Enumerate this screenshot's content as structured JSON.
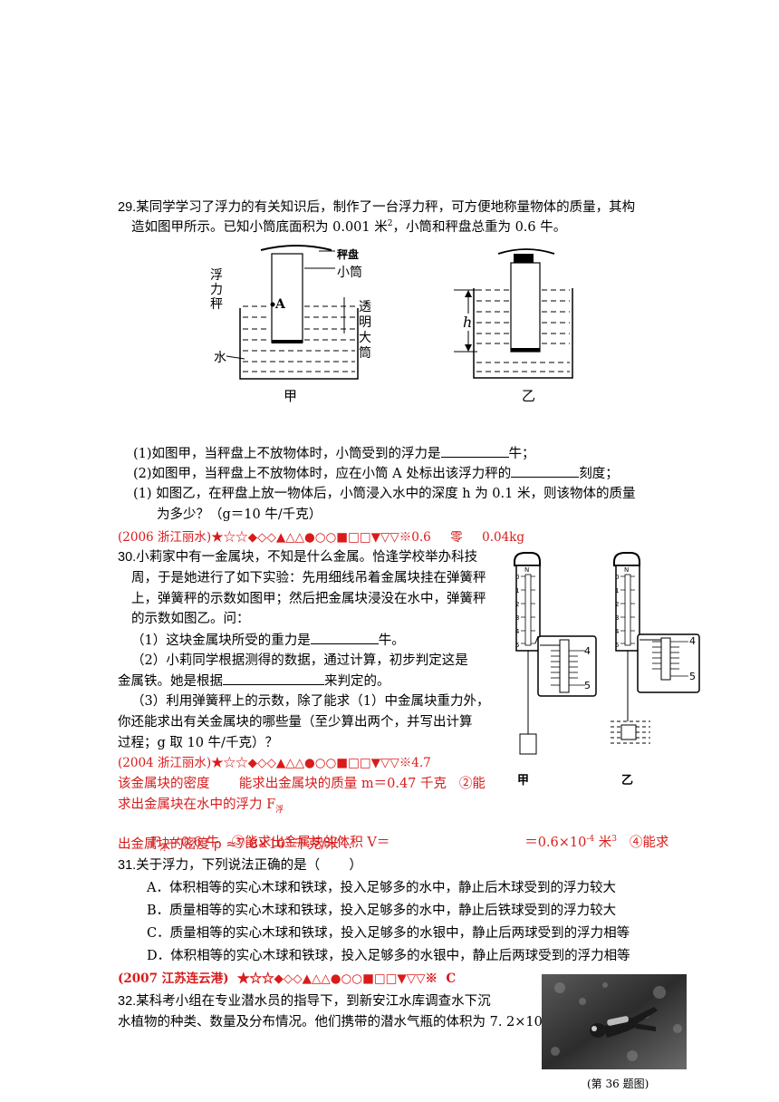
{
  "q29": {
    "number": "29.",
    "text_line1": "某同学学习了浮力的有关知识后，制作了一台浮力秤，可方便地称量物体的质量，其构",
    "text_line2_a": "造如图甲所示。已知小筒底面积为 0.001 米",
    "text_line2_sup": "2",
    "text_line2_b": "，小筒和秤盘总重为 0.6 牛。",
    "figure_labels": {
      "left_vertical": [
        "浮",
        "力",
        "秤"
      ],
      "pan": "秤盘",
      "small_tube": "小筒",
      "point_a": "A",
      "big_tube_vertical": [
        "透",
        "明",
        "大",
        "筒"
      ],
      "water": "水",
      "caption_jia": "甲",
      "h": "h",
      "caption_yi": "乙"
    },
    "sub1_a": "(1)如图甲，当秤盘上不放物体时，小筒受到的浮力是",
    "sub1_b": "牛；",
    "sub2_a": "(2)如图甲，当秤盘上不放物体时，应在小筒 A 处标出该浮力秤的",
    "sub2_b": "刻度；",
    "sub3_line1": "(1)  如图乙，在秤盘上放一物体后，小筒浸入水中的深度 h 为 0.1 米，则该物体的质量",
    "sub3_line2": "为多少？（g＝10 牛/千克）",
    "answer": "(2006 浙江丽水)★☆☆◆◇◇▲△△●○○■□□▼▽▽※0.6     零     0.04kg"
  },
  "q30": {
    "number": "30.",
    "line1": "小莉家中有一金属块，不知是什么金属。恰逢学校举办科技",
    "line2": "周，于是她进行了如下实验：先用细线吊着金属块挂在弹簧秤",
    "line3": "上，弹簧秤的示数如图甲；然后把金属块浸没在水中，弹簧秤",
    "line4": "的示数如图乙。问：",
    "sub1_a": "（1）这块金属块所受的重力是",
    "sub1_b": "牛。",
    "sub2_line1": "（2）小莉同学根据测得的数据，通过计算，初步判定这是",
    "sub2_line2_a": "金属铁。她是根据",
    "sub2_line2_b": "来判定的。",
    "sub3_line1": "（3）利用弹簧秤上的示数，除了能求（1）中金属块重力外，",
    "sub3_line2": "你还能求出有关金属块的哪些量（至少算出两个，并写出计算",
    "sub3_line3": "过程；g 取 10 牛/千克）？",
    "answer_line1": "(2004 浙江丽水)★☆☆◆◇◇▲△△●○○■□□▼▽▽※4.7",
    "answer_line2": "该金属块的密度       能求出金属块的质量 m＝0.47 千克   ②能",
    "answer_line3_a": "求出金属块在水中的浮力 F",
    "answer_line3_sub": "浮",
    "answer_line4": "F",
    "answer_line4_sub": "浮",
    "answer_line4_b": "＝0.6 牛   ③能求出金属块的体积 V＝",
    "answer_line4_right_a": "＝0.6×10",
    "answer_line4_right_sup": "-4",
    "answer_line4_right_b": " 米",
    "answer_line4_right_sup2": "3",
    "answer_line4_right_c": "   ④能求",
    "answer_line5_a": "出金属块的密度 ρ ≈7.8×10",
    "answer_line5_sup": "3",
    "answer_line5_b": " 千克/米",
    "answer_line5_sup2": "3",
    "answer_line5_c": "‥",
    "figure_labels": {
      "scale_n": "N",
      "ticks": [
        "0",
        "1",
        "2",
        "3",
        "4",
        "5"
      ],
      "zoom_ticks": [
        "4",
        "5"
      ],
      "caption_jia": "甲",
      "caption_yi": "乙"
    }
  },
  "q31": {
    "number": "31.",
    "stem": "关于浮力，下列说法正确的是（       ）",
    "options": [
      "A．体积相等的实心木球和铁球，投入足够多的水中，静止后木球受到的浮力较大",
      "B．质量相等的实心木球和铁球，投入足够多的水中，静止后铁球受到的浮力较大",
      "C．质量相等的实心木球和铁球，投入足够多的水银中，静止后两球受到的浮力相等",
      "D．体积相等的实心木球和铁球，投入足够多的水银中，静止后两球受到的浮力相等"
    ],
    "answer": "(2007 江苏连云港)  ★☆☆◆◇◇▲△△●○○■□□▼▽▽※  C"
  },
  "q32": {
    "number": "32.",
    "line1": "某科考小组在专业潜水员的指导下，到新安江水库调查水下沉",
    "line2": "水植物的种类、数量及分布情况。他们携带的潜水气瓶的体积为 7. 2×10",
    "photo_caption": "(第 36 题图)"
  }
}
